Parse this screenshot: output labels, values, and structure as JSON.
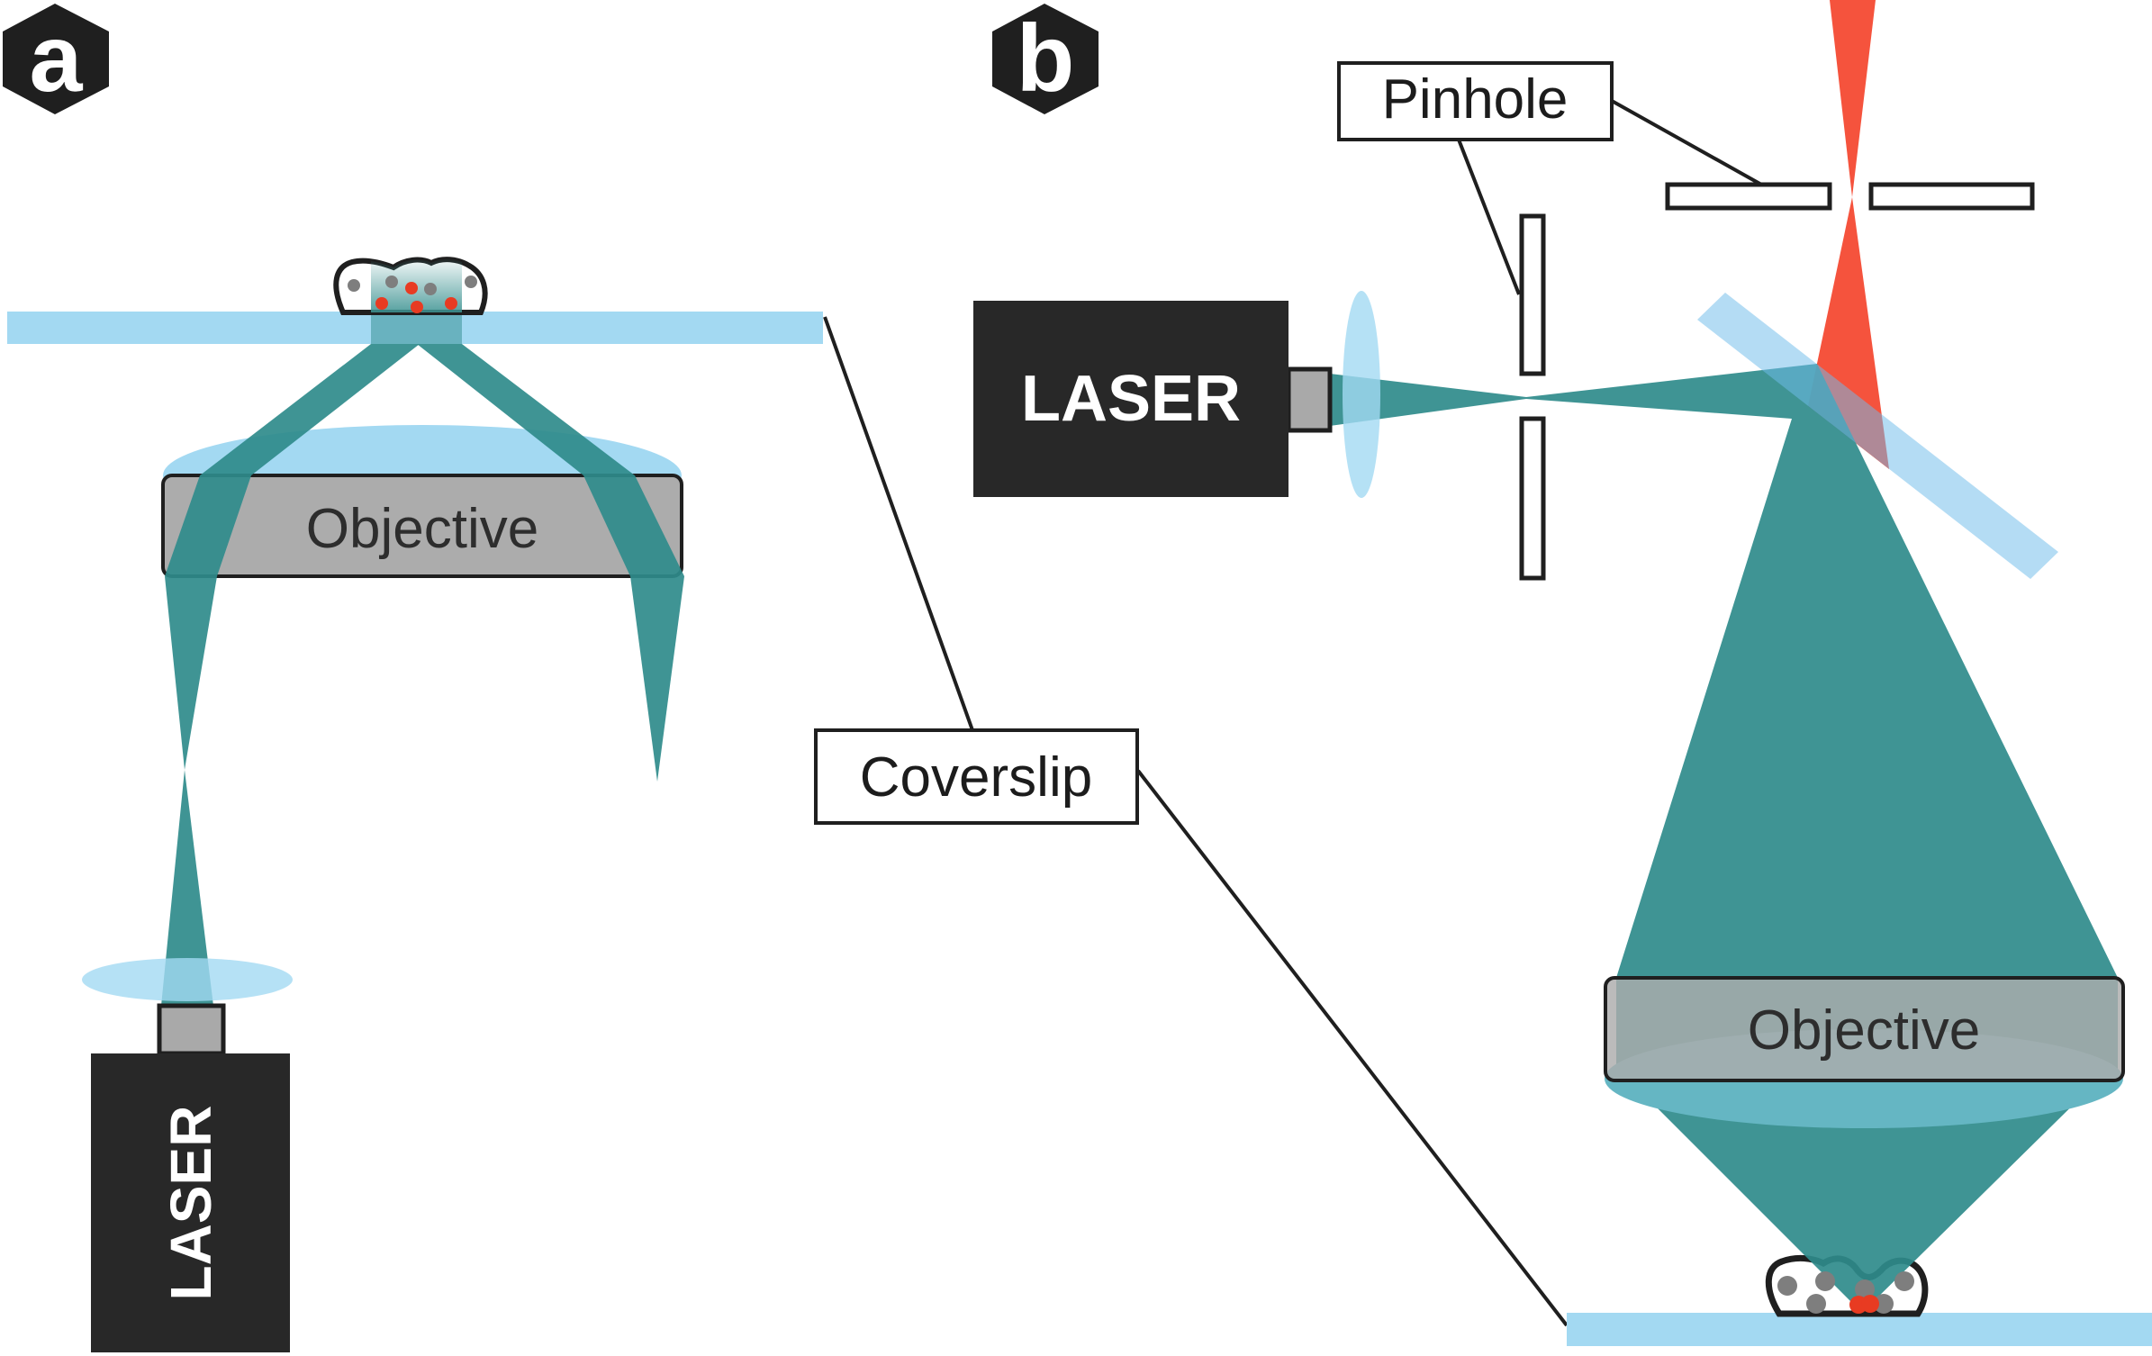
{
  "panels": {
    "a": {
      "badge": "a",
      "laser": "LASER",
      "objective": "Objective"
    },
    "b": {
      "badge": "b",
      "laser": "LASER",
      "objective": "Objective",
      "pinhole": "Pinhole"
    }
  },
  "shared": {
    "coverslip": "Coverslip"
  },
  "theme": {
    "beam": "#2F8B8B",
    "beam-light": "#65B6C3",
    "glass": "#A3D9F2",
    "dichroic": "#6FBCEA",
    "laser-red": "#F5533D",
    "dot-red": "#E83B22",
    "dot-gray": "#7E7E7E",
    "slab": "#ACACAC",
    "connector": "#A9A9A9",
    "box-black": "#282828",
    "ink": "#1F1F1F",
    "label-ink": "#1C1C1C",
    "paper": "#FFFFFF"
  }
}
